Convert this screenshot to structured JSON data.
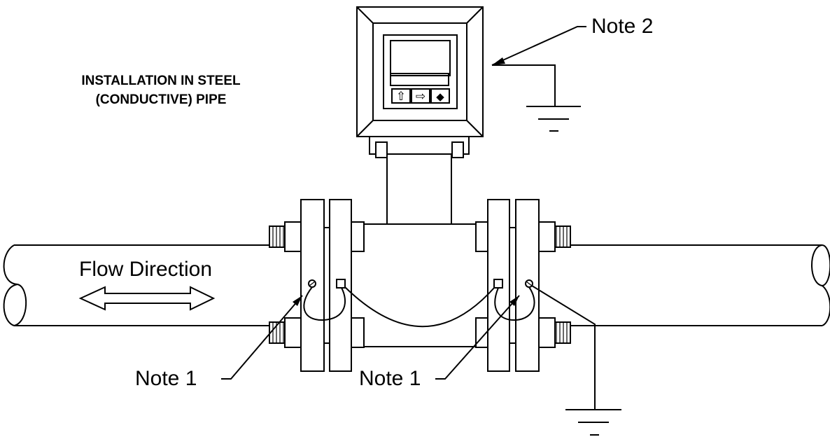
{
  "title_lines": [
    "INSTALLATION IN STEEL",
    "(CONDUCTIVE) PIPE"
  ],
  "labels": {
    "note_2": "Note 2",
    "flow_direction": "Flow Direction",
    "note_1_left": "Note 1",
    "note_1_right": "Note 1"
  },
  "keypad_symbols": [
    "⇧",
    "⇨",
    "◆"
  ]
}
